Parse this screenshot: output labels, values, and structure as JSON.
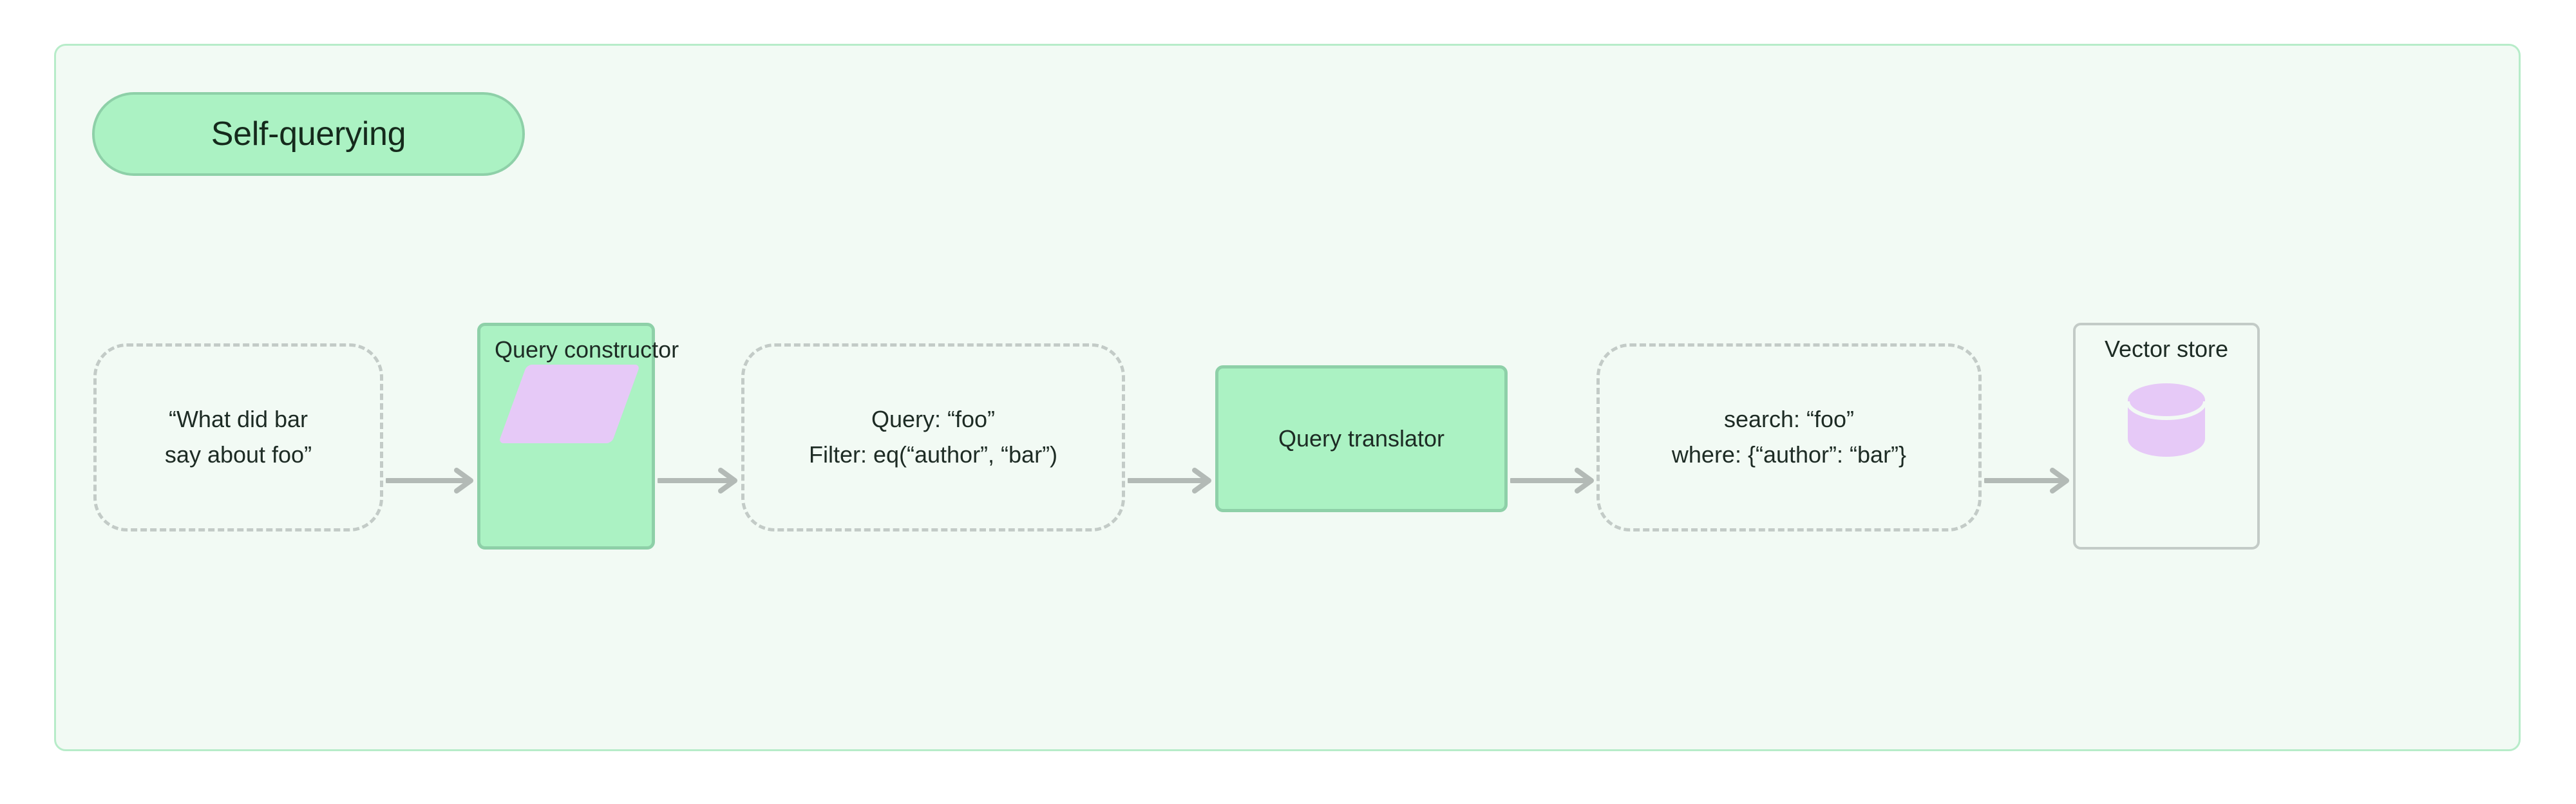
{
  "diagram": {
    "title": "Self-querying",
    "background_color": "#f2faf4",
    "border_color": "#b7ecc9",
    "accent_green": "#abf2c3",
    "accent_green_border": "#8ed0a8",
    "accent_purple": "#e6c9f7",
    "neutral_gray": "#c3cbc7",
    "text_color": "#1d2b24"
  },
  "nodes": [
    {
      "id": "user-question",
      "kind": "dashed",
      "lines": [
        "“What did bar",
        "say about foo”"
      ]
    },
    {
      "id": "query-constructor",
      "kind": "green",
      "title": "Query constructor",
      "icon": "parallelogram-icon"
    },
    {
      "id": "structured-query",
      "kind": "dashed",
      "lines": [
        "Query: “foo”",
        "Filter: eq(“author”, “bar”)"
      ]
    },
    {
      "id": "query-translator",
      "kind": "green",
      "title": "Query translator"
    },
    {
      "id": "native-query",
      "kind": "dashed",
      "lines": [
        "search: “foo”",
        "where: {“author”: “bar”}"
      ]
    },
    {
      "id": "vector-store",
      "kind": "store",
      "title": "Vector store",
      "icon": "database-cylinder-icon"
    }
  ],
  "edges": [
    {
      "from": "user-question",
      "to": "query-constructor"
    },
    {
      "from": "query-constructor",
      "to": "structured-query"
    },
    {
      "from": "structured-query",
      "to": "query-translator"
    },
    {
      "from": "query-translator",
      "to": "native-query"
    },
    {
      "from": "native-query",
      "to": "vector-store"
    }
  ]
}
